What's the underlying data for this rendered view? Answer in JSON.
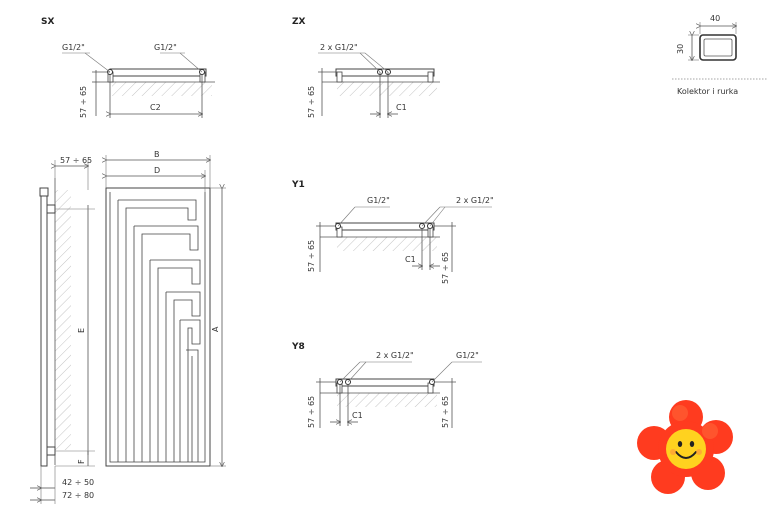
{
  "views": {
    "sx": {
      "title": "SX",
      "label_left": "G1/2\"",
      "label_right": "G1/2\"",
      "dim_height": "57 ÷ 65",
      "dim_width": "C2"
    },
    "zx": {
      "title": "ZX",
      "label": "2 x G1/2\"",
      "dim_height": "57 ÷ 65",
      "dim_width": "C1"
    },
    "y1": {
      "title": "Y1",
      "label_left": "G1/2\"",
      "label_right": "2 x G1/2\"",
      "dim_height_left": "57 ÷ 65",
      "dim_height_right": "57 ÷ 65",
      "dim_width": "C1"
    },
    "y8": {
      "title": "Y8",
      "label_left": "2 x G1/2\"",
      "label_right": "G1/2\"",
      "dim_height_left": "57 ÷ 65",
      "dim_height_right": "57 ÷ 65",
      "dim_width": "C1"
    }
  },
  "profile": {
    "width": "40",
    "height": "30",
    "caption": "Kolektor i rurka"
  },
  "main": {
    "dim_b": "B",
    "dim_d": "D",
    "dim_a": "A",
    "dim_wall": "57 ÷ 65",
    "dim_e": "E",
    "dim_f": "F",
    "dim_bottom1": "42 ÷ 50",
    "dim_bottom2": "72 ÷ 80"
  },
  "colors": {
    "accent": "#ff3b1f",
    "face": "#ffd21f",
    "line": "#555555"
  },
  "mascot": {
    "icon": "smiling-flower-icon"
  }
}
